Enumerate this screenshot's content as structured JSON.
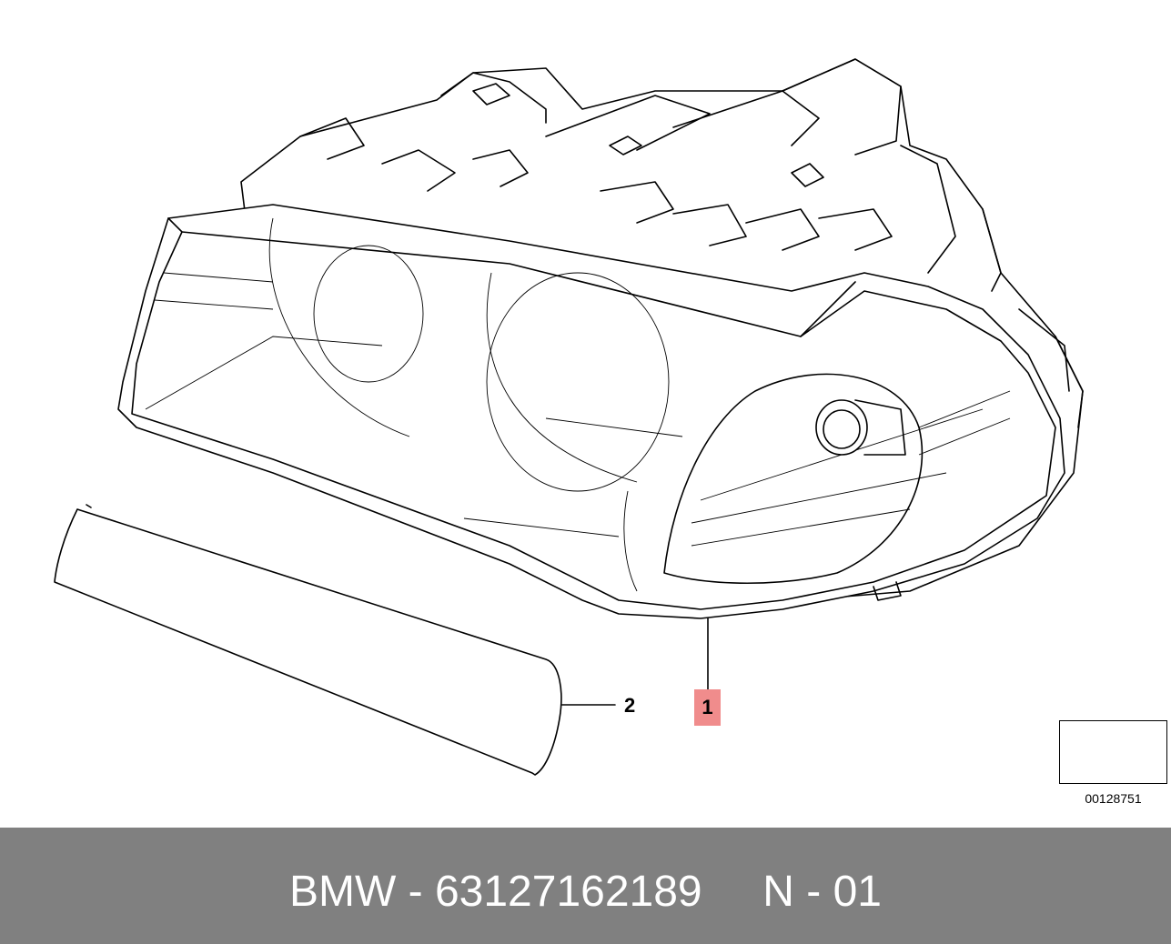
{
  "callouts": {
    "part_1": "1",
    "part_2": "2"
  },
  "diagram_number": "00128751",
  "footer": {
    "text": "BMW - 63127162189     N - 01"
  },
  "colors": {
    "callout_highlight": "#f08c8c",
    "footer_background": "#808080",
    "footer_text": "#ffffff"
  },
  "icons": {
    "orientation": "direction-arrow-icon"
  }
}
